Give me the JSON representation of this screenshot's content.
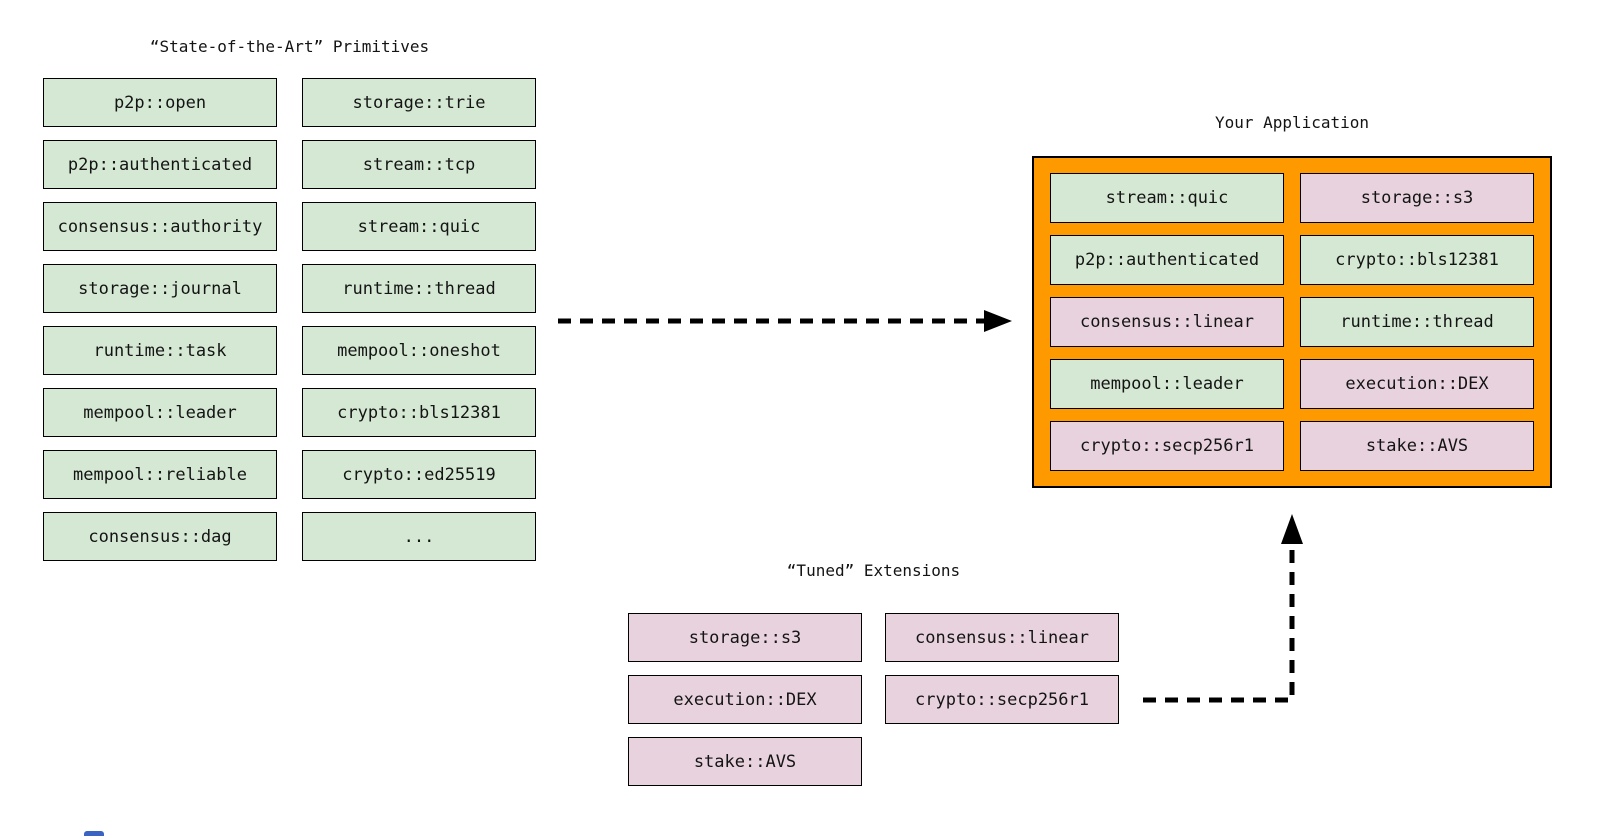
{
  "colors": {
    "canvas_bg": "#ffffff",
    "primitive_fill": "#d5e8d4",
    "extension_fill": "#e7d2dd",
    "app_fill": "#ff9900",
    "box_border": "#000000",
    "text": "#141414",
    "arrow": "#000000",
    "artifact_blue": "#3b63c4"
  },
  "primitives": {
    "title": "“State-of-the-Art” Primitives",
    "columns": [
      [
        "p2p::open",
        "p2p::authenticated",
        "consensus::authority",
        "storage::journal",
        "runtime::task",
        "mempool::leader",
        "mempool::reliable",
        "consensus::dag"
      ],
      [
        "storage::trie",
        "stream::tcp",
        "stream::quic",
        "runtime::thread",
        "mempool::oneshot",
        "crypto::bls12381",
        "crypto::ed25519",
        "..."
      ]
    ]
  },
  "application": {
    "title": "Your Application",
    "rows": [
      [
        {
          "label": "stream::quic",
          "kind": "primitive"
        },
        {
          "label": "storage::s3",
          "kind": "extension"
        }
      ],
      [
        {
          "label": "p2p::authenticated",
          "kind": "primitive"
        },
        {
          "label": "crypto::bls12381",
          "kind": "primitive"
        }
      ],
      [
        {
          "label": "consensus::linear",
          "kind": "extension"
        },
        {
          "label": "runtime::thread",
          "kind": "primitive"
        }
      ],
      [
        {
          "label": "mempool::leader",
          "kind": "primitive"
        },
        {
          "label": "execution::DEX",
          "kind": "extension"
        }
      ],
      [
        {
          "label": "crypto::secp256r1",
          "kind": "extension"
        },
        {
          "label": "stake::AVS",
          "kind": "extension"
        }
      ]
    ]
  },
  "extensions": {
    "title": "“Tuned” Extensions",
    "columns": [
      [
        "storage::s3",
        "execution::DEX",
        "stake::AVS"
      ],
      [
        "consensus::linear",
        "crypto::secp256r1"
      ]
    ]
  }
}
